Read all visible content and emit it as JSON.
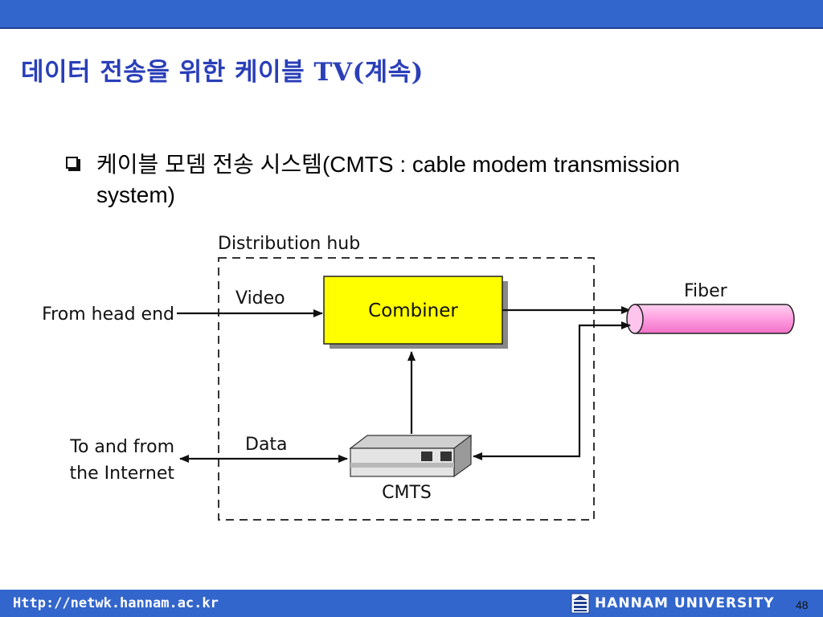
{
  "slide": {
    "title": "데이터 전송을 위한 케이블 TV(계속)",
    "bullet": "케이블 모뎀 전송 시스템(CMTS : cable modem transmission system)"
  },
  "diagram": {
    "hub_label": "Distribution hub",
    "combiner_label": "Combiner",
    "cmts_label": "CMTS",
    "video_label": "Video",
    "data_label": "Data",
    "fiber_label": "Fiber",
    "head_end_label": "From head end",
    "internet_line1": "To and from",
    "internet_line2": "the Internet"
  },
  "footer": {
    "url": "Http://netwk.hannam.ac.kr",
    "university": "HANNAM UNIVERSITY",
    "page_number": "48"
  },
  "colors": {
    "header_bar": "#3366cc",
    "title": "#2a3fb8",
    "combiner_fill": "#ffff00",
    "fiber_fill": "#ff99dd"
  },
  "icons": [
    "checkbox-bullet-icon",
    "university-logo-icon"
  ]
}
